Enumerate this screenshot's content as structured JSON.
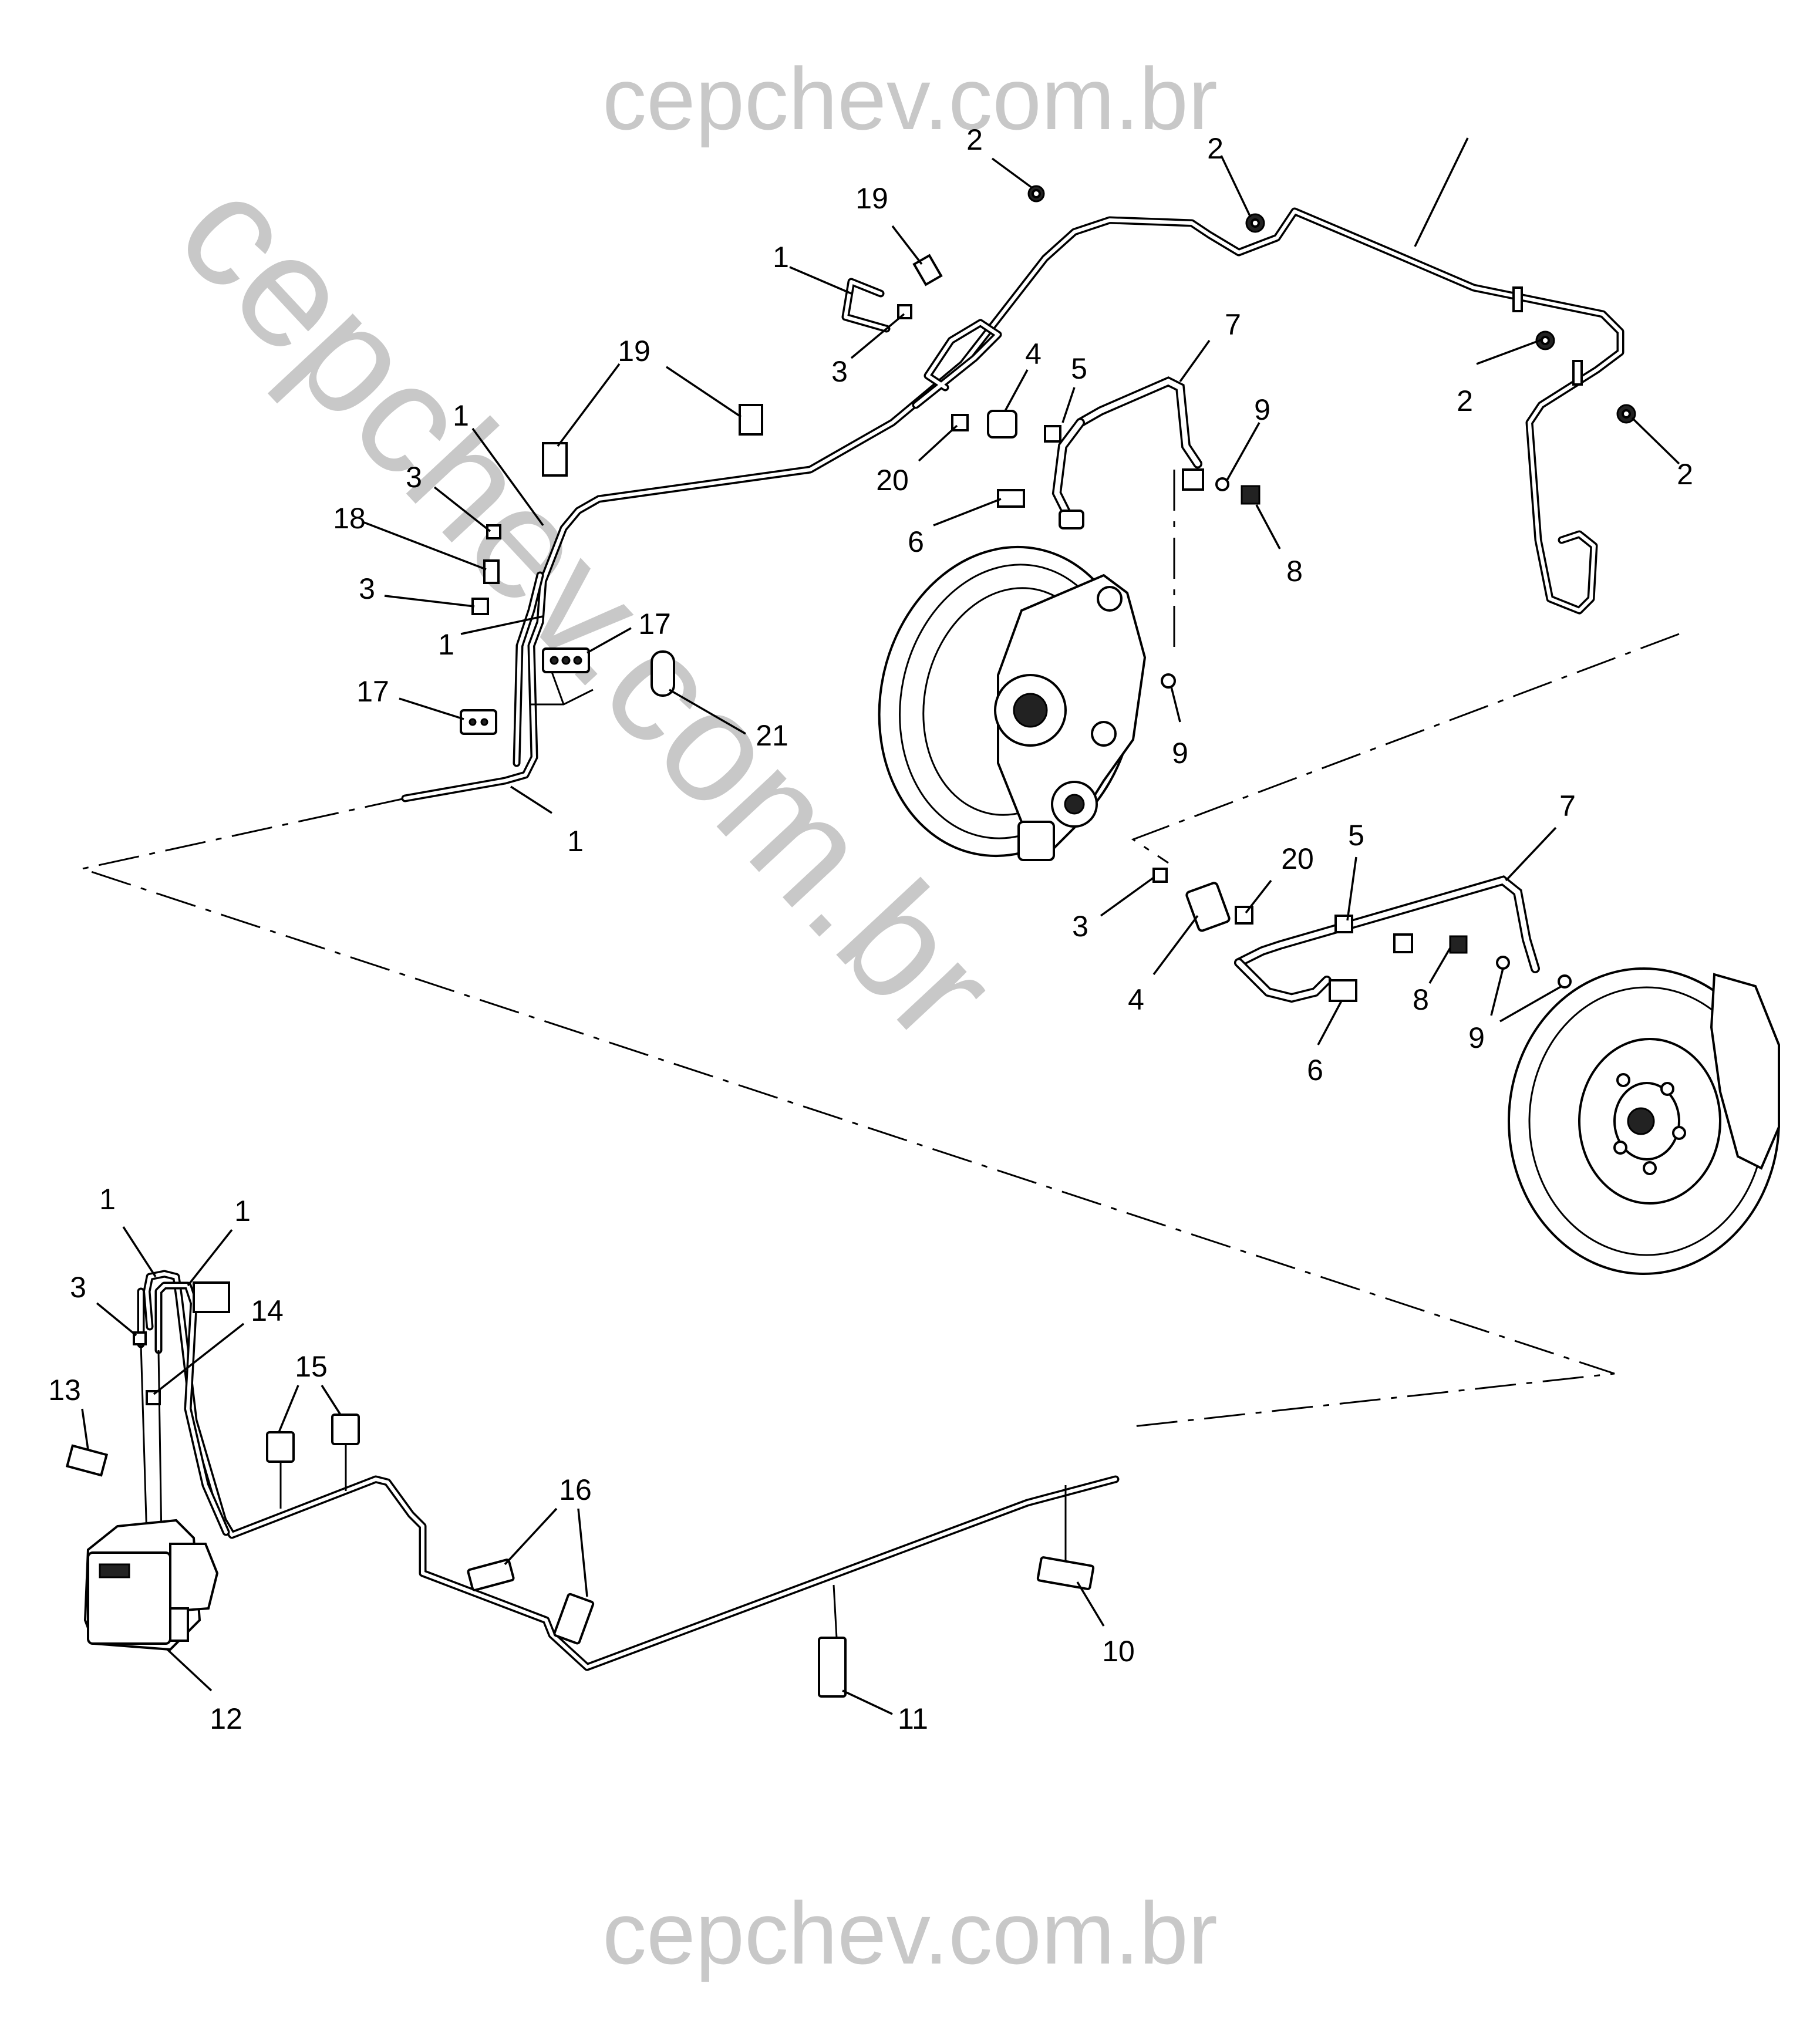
{
  "watermark": {
    "top": "cepchev.com.br",
    "diagonal": "cepchev.com.br",
    "bottom": "cepchev.com.br",
    "color": "#c8c8c8"
  },
  "callouts": {
    "top_left": {
      "c1a": "1",
      "c3a": "3",
      "c18": "18",
      "c3b": "3",
      "c1b": "1",
      "c17a": "17",
      "c17b": "17",
      "c21": "21",
      "c1c": "1",
      "c19a": "19"
    },
    "top_center": {
      "c19b": "19",
      "c1d": "1",
      "c3c": "3",
      "c2a": "2",
      "c4a": "4",
      "c5a": "5",
      "c20a": "20",
      "c6a": "6",
      "c7a": "7",
      "c9a": "9",
      "c8a": "8",
      "c9b": "9"
    },
    "top_right": {
      "c2b": "2",
      "c2c": "2",
      "c2d": "2"
    },
    "right_front": {
      "c3d": "3",
      "c4b": "4",
      "c20b": "20",
      "c5b": "5",
      "c7b": "7",
      "c8b": "8",
      "c9c": "9",
      "c6b": "6"
    },
    "bottom": {
      "c1e": "1",
      "c1f": "1",
      "c3e": "3",
      "c14": "14",
      "c13": "13",
      "c15": "15",
      "c12": "12",
      "c16": "16",
      "c11": "11",
      "c10": "10"
    }
  }
}
